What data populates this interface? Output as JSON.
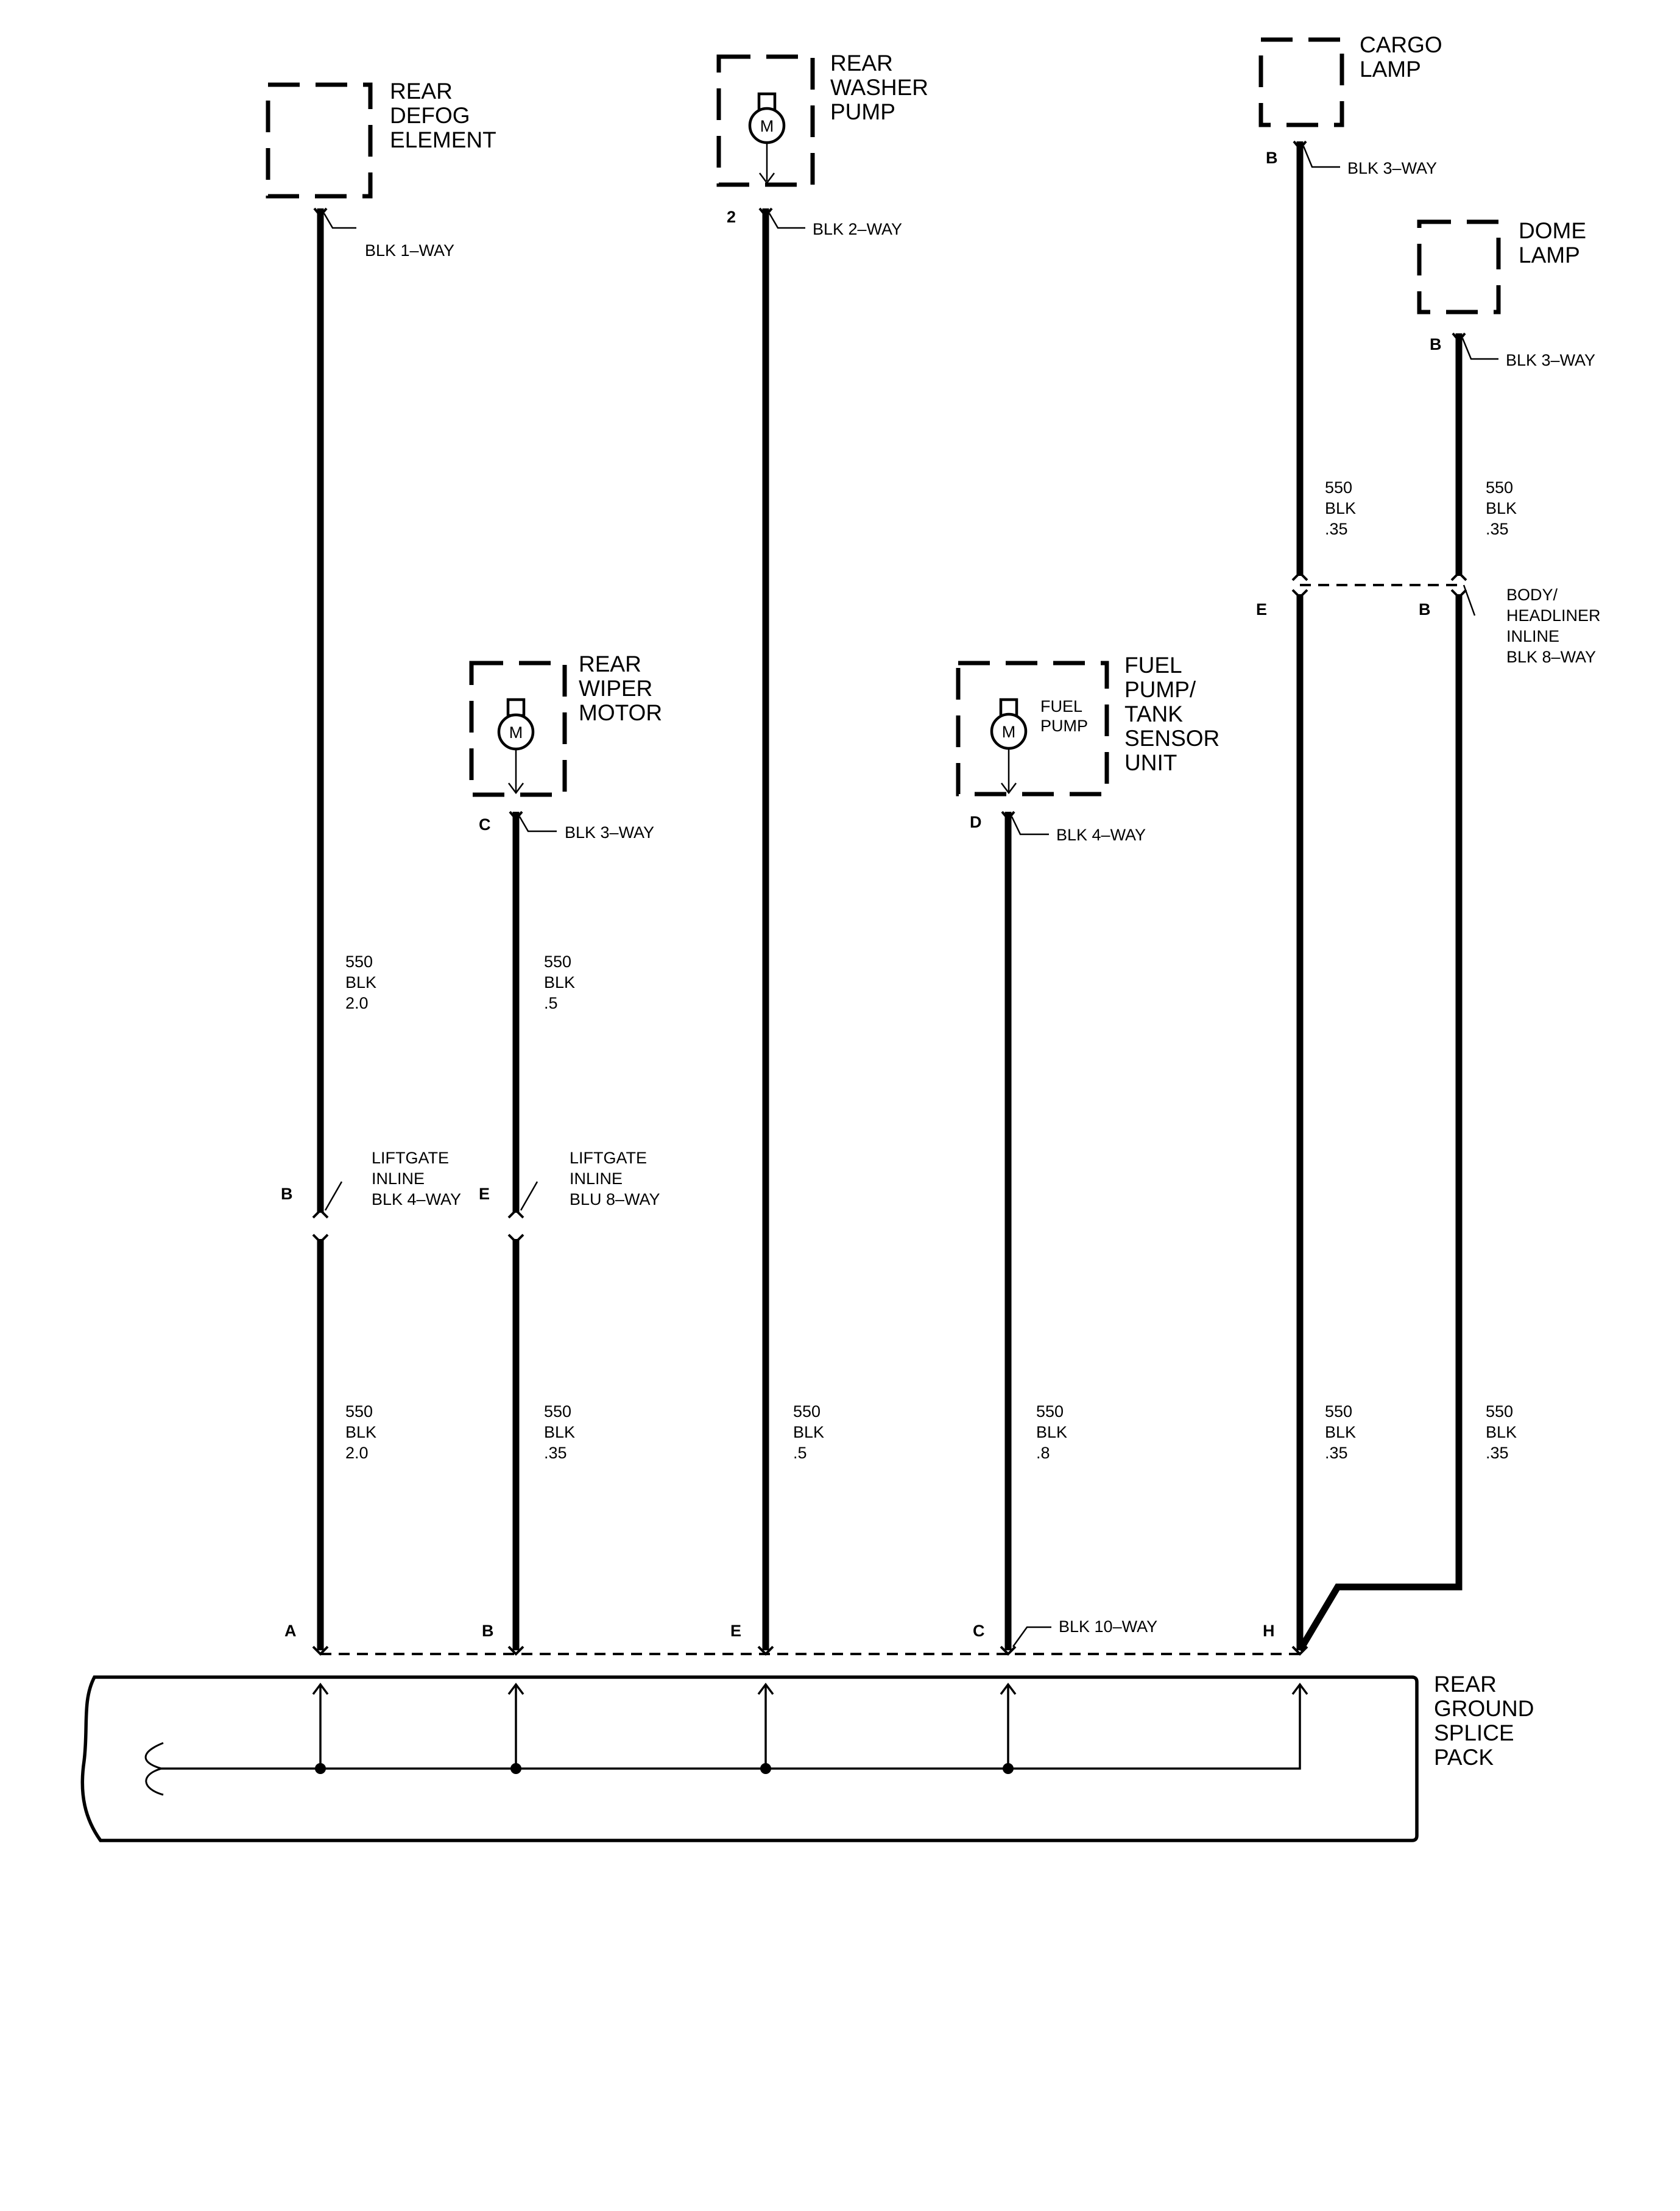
{
  "components": {
    "rear_defog": [
      "REAR",
      "DEFOG",
      "ELEMENT"
    ],
    "rear_washer": [
      "REAR",
      "WASHER",
      "PUMP"
    ],
    "cargo_lamp": [
      "CARGO",
      "LAMP"
    ],
    "dome_lamp": [
      "DOME",
      "LAMP"
    ],
    "rear_wiper": [
      "REAR",
      "WIPER",
      "MOTOR"
    ],
    "fuel_pump_unit": [
      "FUEL",
      "PUMP/",
      "TANK",
      "SENSOR",
      "UNIT"
    ],
    "fuel_pump_inner": [
      "FUEL",
      "PUMP"
    ],
    "motor_symbol": "M",
    "splice_pack": [
      "REAR",
      "GROUND",
      "SPLICE",
      "PACK"
    ]
  },
  "connectors": {
    "defog": "BLK 1–WAY",
    "washer": "BLK 2–WAY",
    "cargo": "BLK 3–WAY",
    "dome": "BLK 3–WAY",
    "wiper": "BLK 3–WAY",
    "fuel": "BLK 4–WAY",
    "liftgate_a": [
      "LIFTGATE",
      "INLINE",
      "BLK 4–WAY"
    ],
    "liftgate_b": [
      "LIFTGATE",
      "INLINE",
      "BLU 8–WAY"
    ],
    "body_headliner": [
      "BODY/",
      "HEADLINER",
      "INLINE",
      "BLK 8–WAY"
    ],
    "splice_conn": "BLK 10–WAY"
  },
  "pins": {
    "washer_top": "2",
    "cargo_top": "B",
    "dome_top": "B",
    "wiper_top": "C",
    "fuel_top": "D",
    "liftgate_a": "B",
    "liftgate_b": "E",
    "headliner_left": "E",
    "headliner_right": "B",
    "splice_a": "A",
    "splice_b": "B",
    "splice_e": "E",
    "splice_c": "C",
    "splice_h": "H"
  },
  "wires": {
    "defog_upper": [
      "550",
      "BLK",
      "2.0"
    ],
    "defog_lower": [
      "550",
      "BLK",
      "2.0"
    ],
    "wiper_upper": [
      "550",
      "BLK",
      ".5"
    ],
    "wiper_lower": [
      "550",
      "BLK",
      ".35"
    ],
    "washer": [
      "550",
      "BLK",
      ".5"
    ],
    "fuel": [
      "550",
      "BLK",
      ".8"
    ],
    "cargo_upper": [
      "550",
      "BLK",
      ".35"
    ],
    "dome_upper": [
      "550",
      "BLK",
      ".35"
    ],
    "cargo_lower": [
      "550",
      "BLK",
      ".35"
    ],
    "dome_lower": [
      "550",
      "BLK",
      ".35"
    ]
  }
}
